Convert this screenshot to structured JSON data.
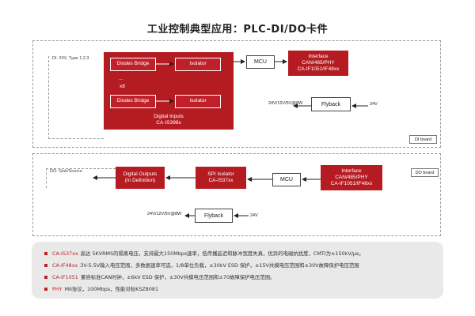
{
  "title": "工业控制典型应用：PLC-DI/DO卡件",
  "di": {
    "input_label": "DI: 24V, Type 1,2,3",
    "diodes_bridge_1": "Diodes Bridge",
    "isolator_1": "Isolator",
    "dots": "...",
    "times8": "x8",
    "diodes_bridge_2": "Diodes Bridge",
    "isolator_2": "Isolator",
    "digital_inputs_line1": "Digital Inputs",
    "digital_inputs_line2": "CA-IS398x",
    "mcu": "MCU",
    "interface_line1": "Interface",
    "interface_line2": "CAN/485/PHY",
    "interface_line3": "CA-IF1051/IF48xx",
    "flyback_out": "24V/12V/5V@8W",
    "flyback": "Flyback",
    "flyback_in": "24V",
    "board_tag": "DI board"
  },
  "do": {
    "output_label": "DO: Sink/Source",
    "digital_outputs_line1": "Digital Outputs",
    "digital_outputs_line2": "(In Definition)",
    "spi_isolator_line1": "SPI Isolator",
    "spi_isolator_line2": "CA-IS37xx",
    "mcu": "MCU",
    "interface_line1": "Interface",
    "interface_line2": "CAN/485/PHY",
    "interface_line3": "CA-IF1051/IF48xx",
    "flyback_out": "24V/12V/5V@8W",
    "flyback": "Flyback",
    "flyback_in": "24V",
    "board_tag": "DO board"
  },
  "notes": [
    {
      "key": "CA-IS37xx",
      "text": "高达 5KVRMS的隔离电压，支持最大150Mbps速率，低传播延迟和脉冲宽度失真，优异的电磁抗扰度，CMTI为±150kV/μs。"
    },
    {
      "key": "CA-IF48xx",
      "text": "3V-5.5V输入电压范围，多数据速率可选，1/8单位负载，±30kV ESD 保护，±15V共模电压范围和±30V故障保护电压范围"
    },
    {
      "key": "CA-IF1051",
      "text": "兼容标准CAN时钟，±6kV ESD 保护，±30V共模电压范围和±70故障保护电压范围。"
    },
    {
      "key": "PHY",
      "text": "MII协议，100Mbps，性能对标KSZ8081"
    }
  ],
  "colors": {
    "accent": "#c0202a",
    "panel": "#b41c22",
    "notes_bg": "#e9e9e9"
  }
}
